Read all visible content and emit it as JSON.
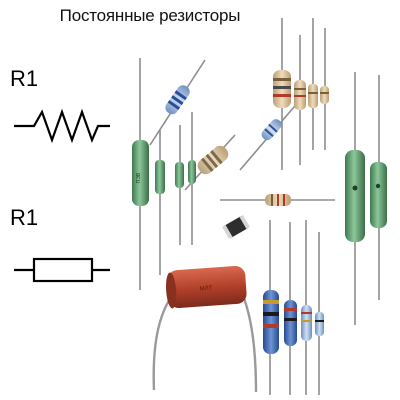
{
  "title": "Постоянные резисторы",
  "symbols": [
    {
      "designator": "R1",
      "style": "zigzag"
    },
    {
      "designator": "R1",
      "style": "rectangle"
    }
  ],
  "colors": {
    "lead": "#8a8a8a",
    "green_body": "#5e9b6d",
    "red_body": "#b3412c",
    "beige_body": "#d9c29c",
    "blue_body": "#3f67b5",
    "light_blue_body": "#9bb8df"
  }
}
